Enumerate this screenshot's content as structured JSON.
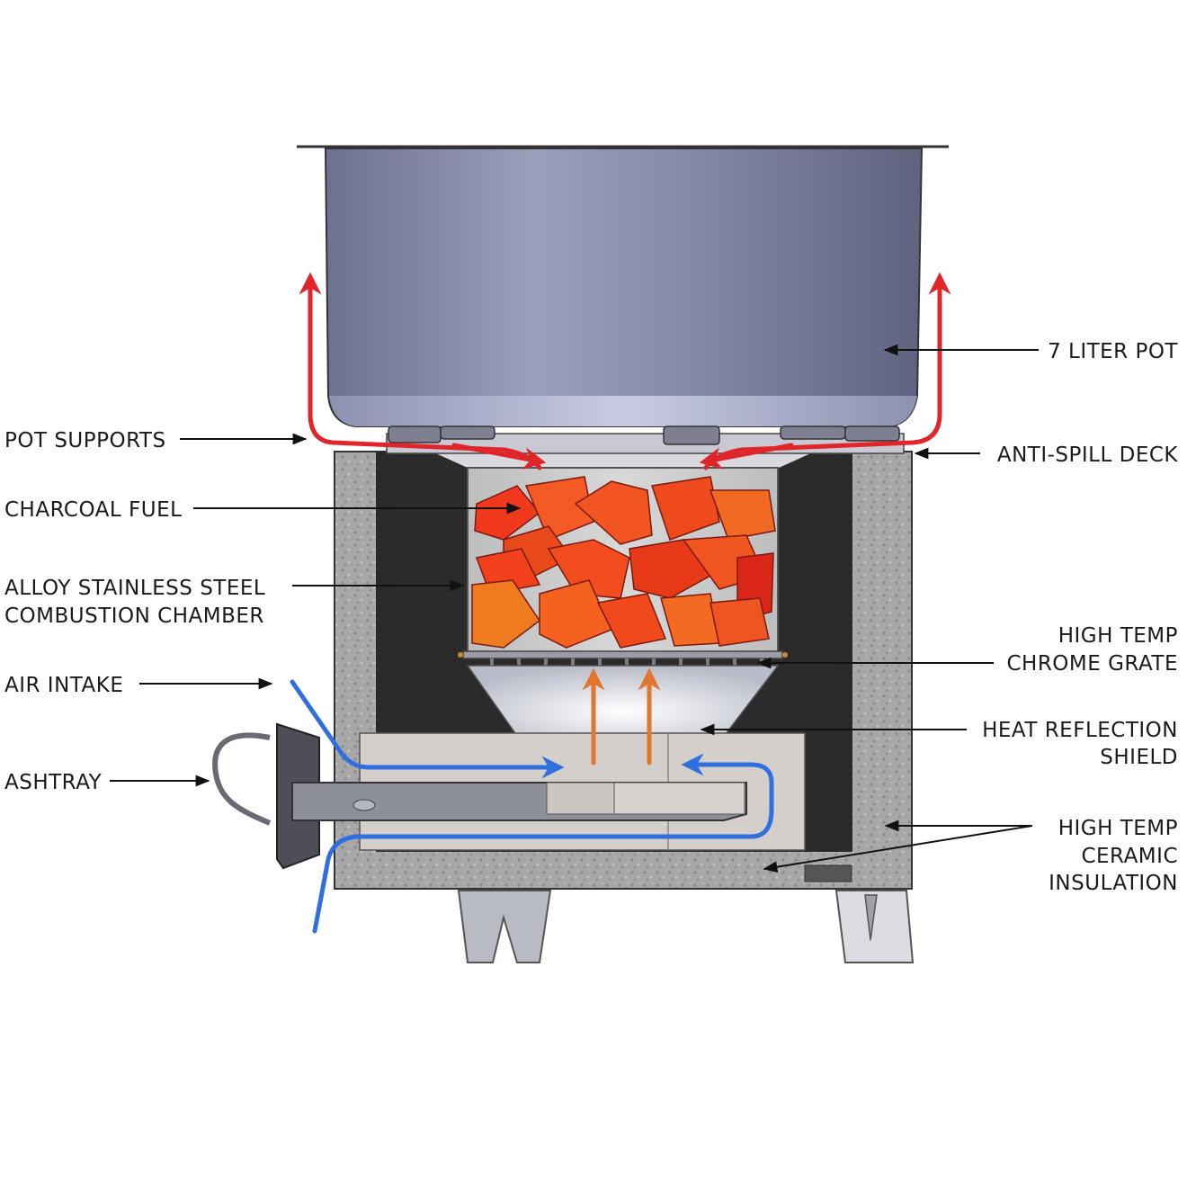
{
  "labels": {
    "pot": "7 LITER POT",
    "pot_supports": "POT SUPPORTS",
    "anti_spill_deck": "ANTI-SPILL DECK",
    "charcoal_fuel": "CHARCOAL FUEL",
    "chamber_line1": "ALLOY STAINLESS STEEL",
    "chamber_line2": "COMBUSTION CHAMBER",
    "grate_line1": "HIGH TEMP",
    "grate_line2": "CHROME GRATE",
    "air_intake": "AIR INTAKE",
    "shield_line1": "HEAT REFLECTION",
    "shield_line2": "SHIELD",
    "ashtray": "ASHTRAY",
    "insulation_line1": "HIGH TEMP",
    "insulation_line2": "CERAMIC",
    "insulation_line3": "INSULATION"
  },
  "colors": {
    "hot_air_flow": "#e0262a",
    "cool_air_flow": "#2f6fe0",
    "heat_arrows": "#e2762f",
    "pot_body": "#8e93b0",
    "ceramic_insulation": "#a9a9a9",
    "charcoal": "#f04a1e",
    "inner_wall": "#2a2a2a"
  }
}
